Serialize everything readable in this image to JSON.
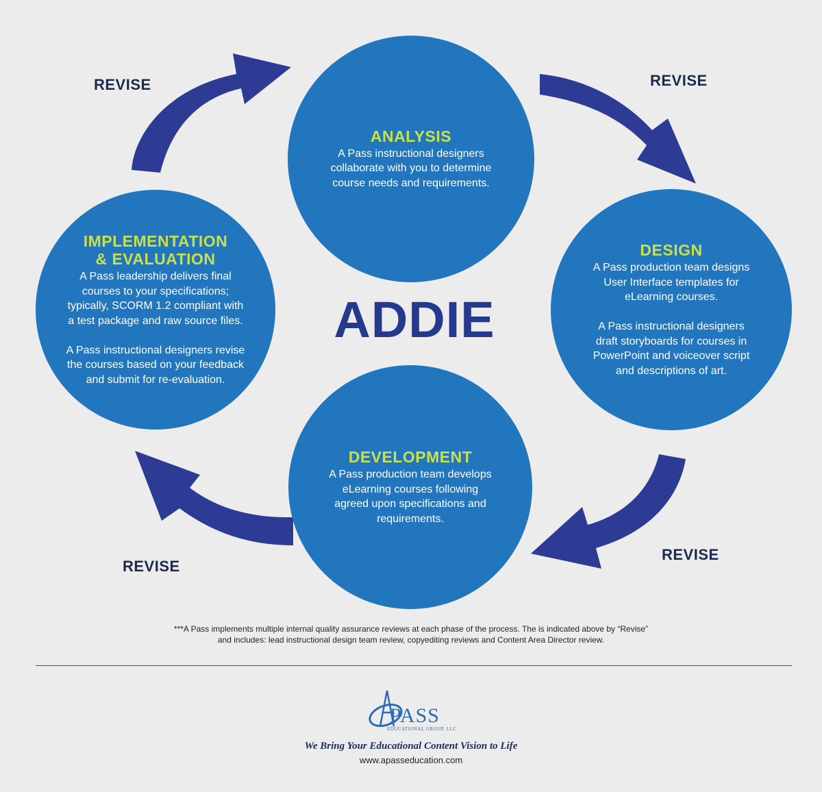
{
  "title": "ADDIE",
  "phases": {
    "analysis": {
      "title": "ANALYSIS",
      "text": "A Pass instructional designers\ncollaborate with you to determine\ncourse needs and requirements."
    },
    "design": {
      "title": "DESIGN",
      "text": "A Pass production team designs\nUser Interface templates for\neLearning courses.\n\nA Pass instructional designers\ndraft storyboards for courses in\nPowerPoint and voiceover script\nand descriptions of art."
    },
    "development": {
      "title": "DEVELOPMENT",
      "text": "A Pass production team develops\neLearning courses following\nagreed upon specifications and\nrequirements."
    },
    "implementation": {
      "title": "IMPLEMENTATION\n& EVALUATION",
      "text": "A Pass leadership delivers final\ncourses to your specifications;\ntypically, SCORM 1.2 compliant with\na test package and raw source files.\n\nA Pass instructional designers revise\nthe courses based on your feedback\nand submit for re-evaluation."
    }
  },
  "revise_label": "REVISE",
  "footnote": "***A Pass implements multiple internal quality assurance reviews at each phase of the process. The is indicated above by “Revise”\nand includes: lead instructional design team review, copyediting reviews and Content Area Director review.",
  "logo": {
    "wordmark": "PASS",
    "subtitle": "EDUCATIONAL GROUP, LLC"
  },
  "tagline": "We Bring Your Educational Content Vision to Life",
  "website": "www.apasseducation.com",
  "colors": {
    "background": "#ececec",
    "circle": "#2176bd",
    "arrow": "#2e3b94",
    "phase_title": "#c8e04a",
    "addie": "#263a8d",
    "revise": "#1b2b4b"
  }
}
